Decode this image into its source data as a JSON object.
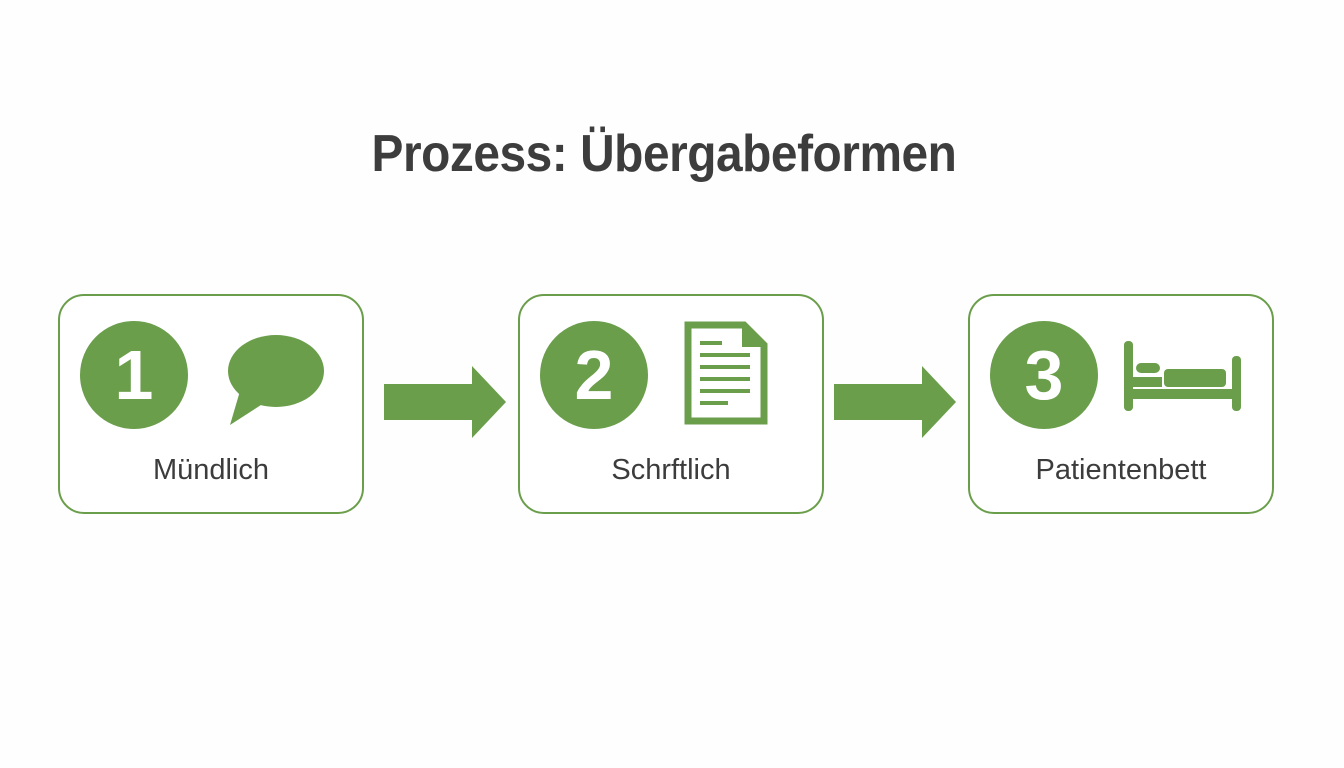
{
  "title": "Prozess: Übergabeformen",
  "colors": {
    "accent": "#6a9e4b",
    "text": "#3d3d3d",
    "background": "#fdfefd"
  },
  "steps": [
    {
      "number": "1",
      "icon": "speech-bubble-icon",
      "label": "Mündlich"
    },
    {
      "number": "2",
      "icon": "document-icon",
      "label": "Schrftlich"
    },
    {
      "number": "3",
      "icon": "bed-icon",
      "label": "Patientenbett"
    }
  ],
  "connectors": [
    "arrow-right-icon",
    "arrow-right-icon"
  ]
}
